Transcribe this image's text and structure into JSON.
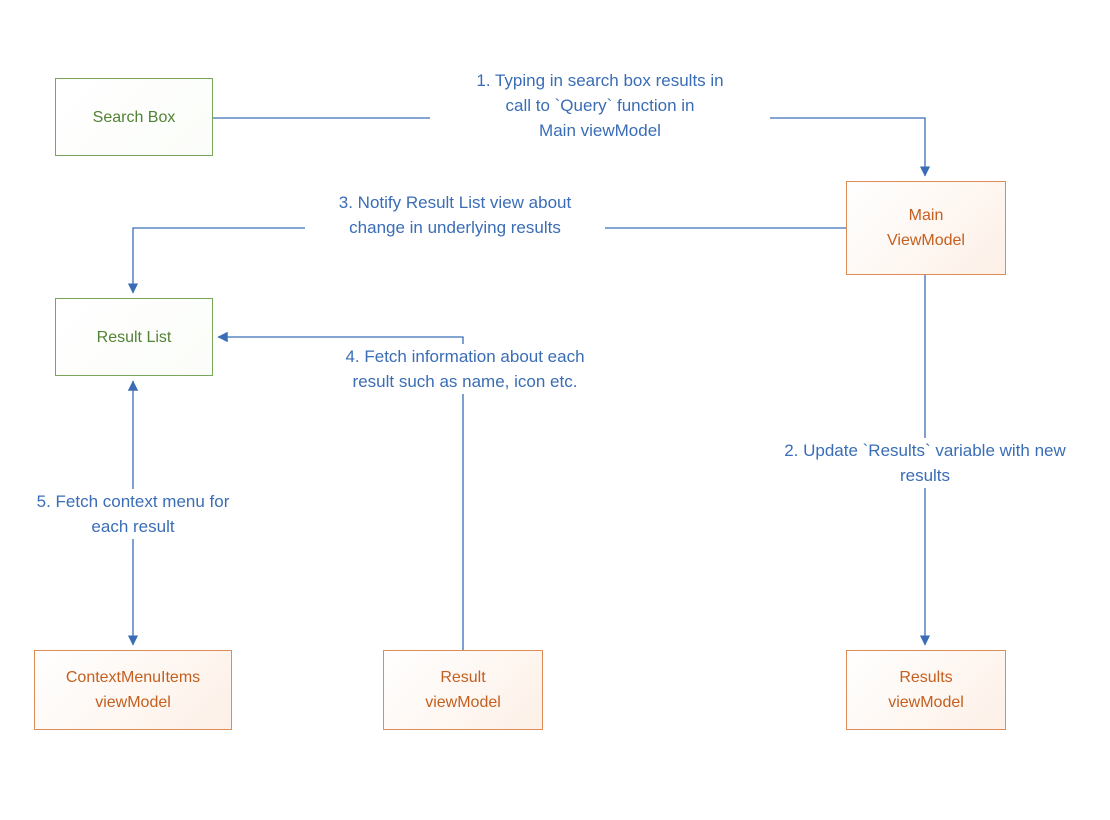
{
  "diagram": {
    "nodes": {
      "search_box": {
        "label": "Search Box"
      },
      "main_viewmodel": {
        "label": "Main\nViewModel"
      },
      "result_list": {
        "label": "Result List"
      },
      "contextmenuitems": {
        "label": "ContextMenuItems\nviewModel"
      },
      "result_viewmodel": {
        "label": "Result\nviewModel"
      },
      "results_viewmodel": {
        "label": "Results\nviewModel"
      }
    },
    "annotations": {
      "step1": {
        "text": "1. Typing in search box results in\ncall to `Query` function in\nMain viewModel"
      },
      "step2": {
        "text": "2. Update `Results` variable with new\nresults"
      },
      "step3": {
        "text": "3. Notify Result List view about\nchange in underlying results"
      },
      "step4": {
        "text": "4. Fetch information about each\nresult such as name, icon etc."
      },
      "step5": {
        "text": "5. Fetch context menu for\neach result"
      }
    },
    "colors": {
      "green_border": "#79a65a",
      "green_text": "#538135",
      "orange_border": "#de8c55",
      "orange_text": "#c45f1f",
      "blue": "#3a6db6"
    }
  }
}
